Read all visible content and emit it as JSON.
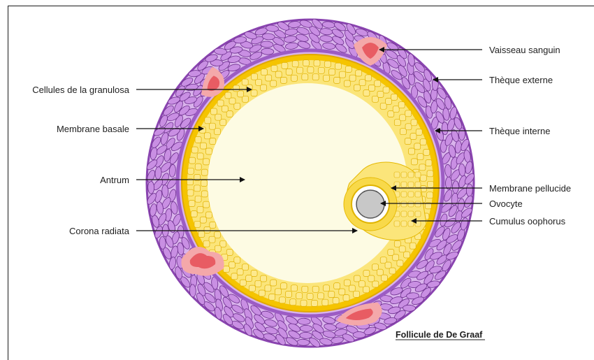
{
  "title": "Follicule de De Graaf",
  "labels_left": [
    {
      "id": "granulosa",
      "text": "Cellules de la granulosa"
    },
    {
      "id": "membrane-basale",
      "text": "Membrane basale"
    },
    {
      "id": "antrum",
      "text": "Antrum"
    },
    {
      "id": "corona",
      "text": "Corona radiata"
    }
  ],
  "labels_right": [
    {
      "id": "vaisseau",
      "text": "Vaisseau sanguin"
    },
    {
      "id": "theque-externe",
      "text": "Thèque externe"
    },
    {
      "id": "theque-interne",
      "text": "Thèque interne"
    },
    {
      "id": "membrane-pellucide",
      "text": "Membrane pellucide"
    },
    {
      "id": "ovocyte",
      "text": "Ovocyte"
    },
    {
      "id": "cumulus",
      "text": "Cumulus oophorus"
    }
  ],
  "colors": {
    "theca_outer": "#a66bc7",
    "theca_fill": "#d9b3ec",
    "theca_cell_edge": "#6d2f8e",
    "granulosa_ring": "#f5c400",
    "granulosa_cell": "#fbe57a",
    "antrum": "#fdfbe3",
    "oocyte": "#c8c8c8",
    "pellucida": "#ffffff",
    "vessel": "#e85c63",
    "vessel_halo": "#f4a8aa"
  }
}
